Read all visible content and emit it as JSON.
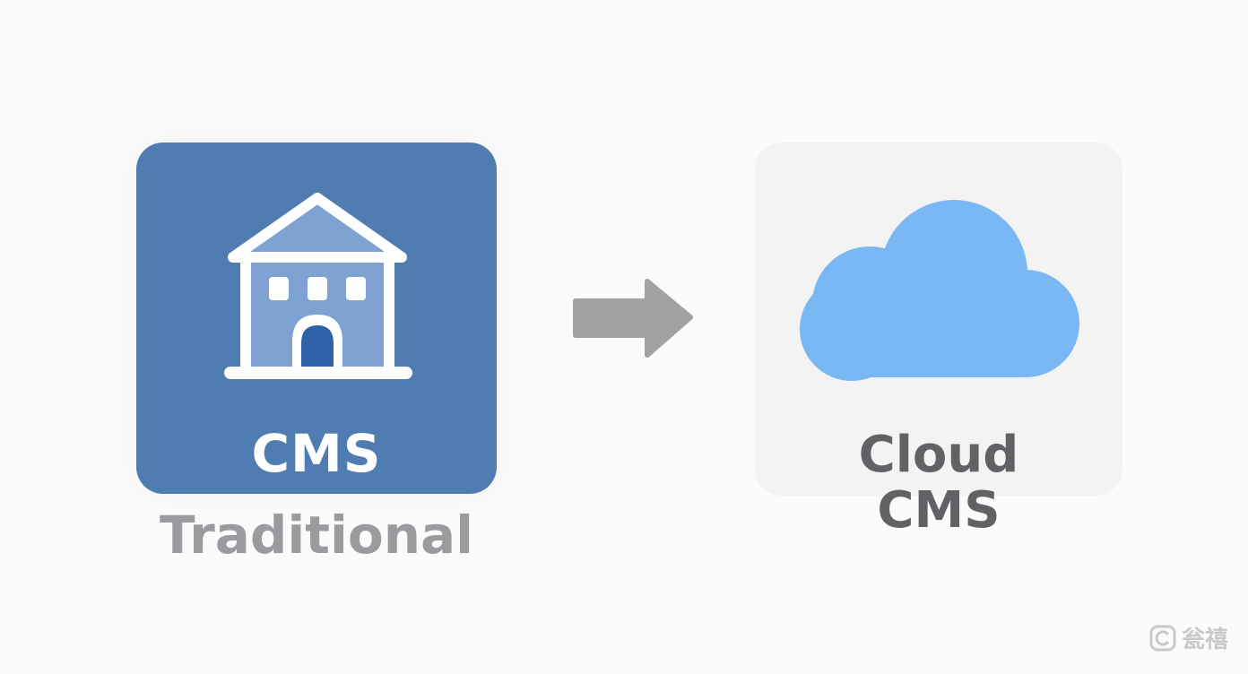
{
  "traditional": {
    "label": "CMS",
    "caption": "Traditional",
    "icon": "building-icon",
    "color": "#4f7cb1"
  },
  "arrow": {
    "icon": "arrow-right-icon",
    "color": "#a2a2a4"
  },
  "cloud": {
    "label_line1": "Cloud",
    "label_line2": "CMS",
    "icon": "cloud-icon",
    "color": "#7ab8f5"
  },
  "watermark": {
    "text": "瓮禧",
    "icon": "watermark-logo-icon"
  }
}
